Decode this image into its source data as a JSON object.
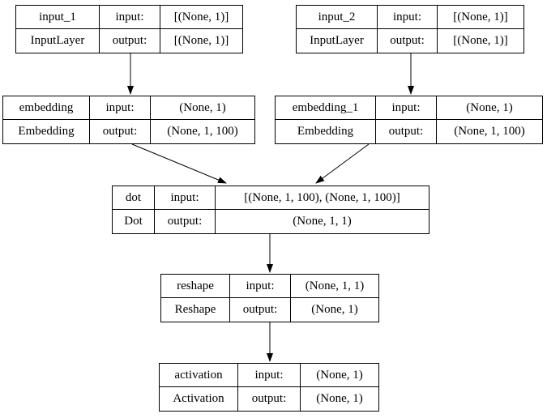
{
  "diagram_type": "keras-model-graph",
  "colors": {
    "background": "#ffffff",
    "border": "#000000",
    "text": "#000000",
    "edge": "#000000"
  },
  "nodes": [
    {
      "name": "input_1",
      "layer_type": "InputLayer",
      "input_label": "input:",
      "output_label": "output:",
      "input_shape": "[(None, 1)]",
      "output_shape": "[(None, 1)]"
    },
    {
      "name": "input_2",
      "layer_type": "InputLayer",
      "input_label": "input:",
      "output_label": "output:",
      "input_shape": "[(None, 1)]",
      "output_shape": "[(None, 1)]"
    },
    {
      "name": "embedding",
      "layer_type": "Embedding",
      "input_label": "input:",
      "output_label": "output:",
      "input_shape": "(None, 1)",
      "output_shape": "(None, 1, 100)"
    },
    {
      "name": "embedding_1",
      "layer_type": "Embedding",
      "input_label": "input:",
      "output_label": "output:",
      "input_shape": "(None, 1)",
      "output_shape": "(None, 1, 100)"
    },
    {
      "name": "dot",
      "layer_type": "Dot",
      "input_label": "input:",
      "output_label": "output:",
      "input_shape": "[(None, 1, 100), (None, 1, 100)]",
      "output_shape": "(None, 1, 1)"
    },
    {
      "name": "reshape",
      "layer_type": "Reshape",
      "input_label": "input:",
      "output_label": "output:",
      "input_shape": "(None, 1, 1)",
      "output_shape": "(None, 1)"
    },
    {
      "name": "activation",
      "layer_type": "Activation",
      "input_label": "input:",
      "output_label": "output:",
      "input_shape": "(None, 1)",
      "output_shape": "(None, 1)"
    }
  ],
  "edges": [
    {
      "from": "input_1",
      "to": "embedding"
    },
    {
      "from": "input_2",
      "to": "embedding_1"
    },
    {
      "from": "embedding",
      "to": "dot"
    },
    {
      "from": "embedding_1",
      "to": "dot"
    },
    {
      "from": "dot",
      "to": "reshape"
    },
    {
      "from": "reshape",
      "to": "activation"
    }
  ]
}
